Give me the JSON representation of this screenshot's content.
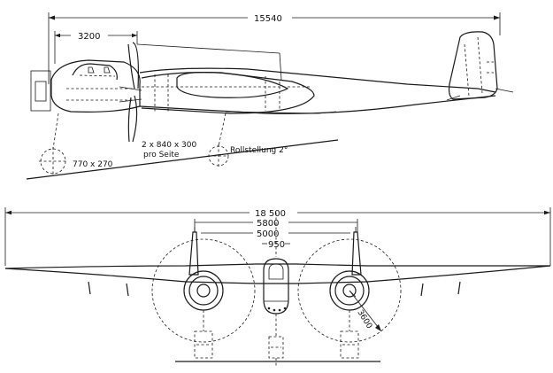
{
  "side_view": {
    "length": "15540",
    "nose_to_prop": "3200",
    "wheel_main": "770 x 270",
    "wheel_main_side": "2 x 840 x 300",
    "wheel_main_side_sub": "pro Seite",
    "taxi_attitude": "Rollstellung 2°"
  },
  "front_view": {
    "span": "18 500",
    "dim_5800": "5800",
    "dim_5000": "5000",
    "dim_950": "950",
    "prop_diameter": "3600"
  }
}
